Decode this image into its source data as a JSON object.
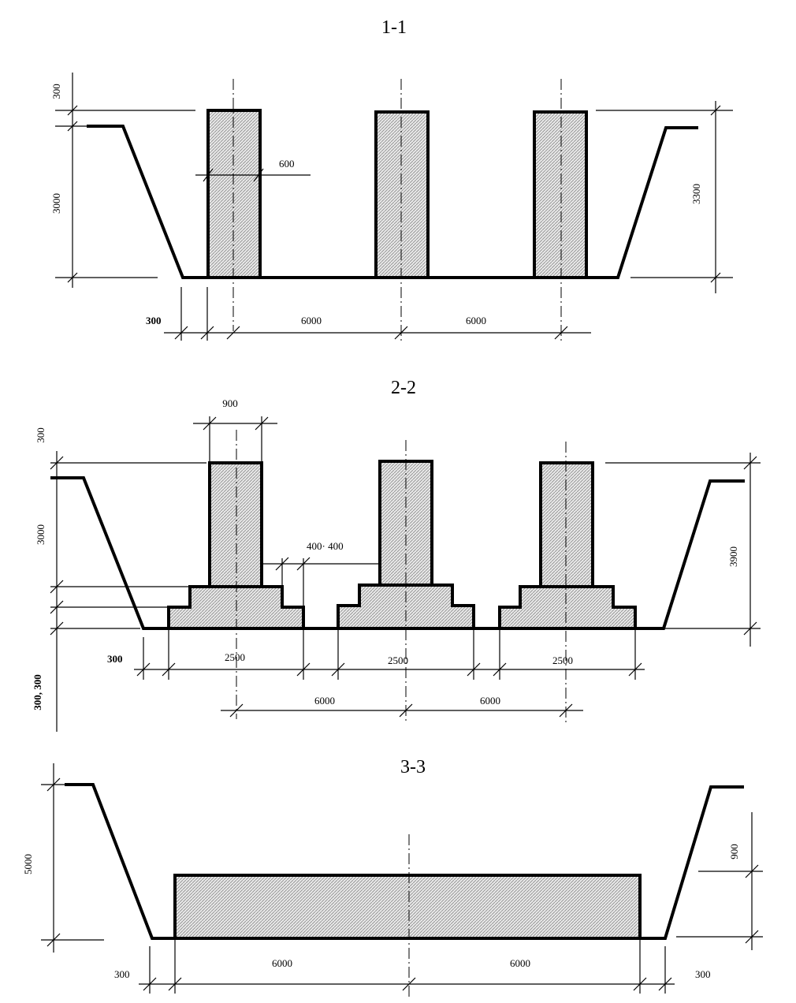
{
  "sections": [
    {
      "title": "1-1",
      "dims": [
        "300",
        "3000",
        "600",
        "3300",
        "300",
        "6000",
        "6000"
      ]
    },
    {
      "title": "2-2",
      "dims": [
        "900",
        "300",
        "3000",
        "400· 400",
        "3900",
        "300",
        "2500",
        "2500",
        "2500",
        "300, 300",
        "6000",
        "6000"
      ]
    },
    {
      "title": "3-3",
      "dims": [
        "5000",
        "900",
        "300",
        "6000",
        "6000",
        "300"
      ]
    }
  ]
}
